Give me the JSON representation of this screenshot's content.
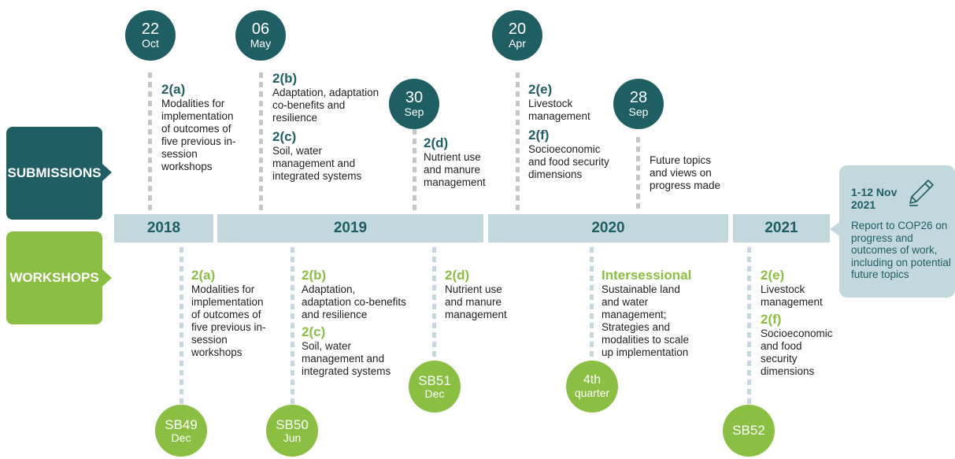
{
  "labels": {
    "submissions": "SUBMISSIONS",
    "workshops": "WORKSHOPS"
  },
  "years": [
    "2018",
    "2019",
    "2020",
    "2021"
  ],
  "submissions": [
    {
      "day": "22",
      "month": "Oct",
      "items": [
        {
          "code": "2(a)",
          "text": "Modalities for implementation of outcomes of five previous in-session workshops"
        }
      ]
    },
    {
      "day": "06",
      "month": "May",
      "items": [
        {
          "code": "2(b)",
          "text": "Adaptation, adaptation co-benefits and resilience"
        },
        {
          "code": "2(c)",
          "text": "Soil, water management and integrated systems"
        }
      ]
    },
    {
      "day": "30",
      "month": "Sep",
      "items": [
        {
          "code": "2(d)",
          "text": "Nutrient use and manure management"
        }
      ]
    },
    {
      "day": "20",
      "month": "Apr",
      "items": [
        {
          "code": "2(e)",
          "text": "Livestock management"
        },
        {
          "code": "2(f)",
          "text": "Socioeconomic and food security dimensions"
        }
      ]
    },
    {
      "day": "28",
      "month": "Sep",
      "items": [
        {
          "code": "",
          "text": "Future topics and views on progress made"
        }
      ]
    }
  ],
  "workshops": [
    {
      "session": "SB49",
      "when": "Dec",
      "items": [
        {
          "code": "2(a)",
          "text": "Modalities for implementation of outcomes of five previous in-session workshops"
        }
      ]
    },
    {
      "session": "SB50",
      "when": "Jun",
      "items": [
        {
          "code": "2(b)",
          "text": "Adaptation, adaptation co-benefits and resilience"
        },
        {
          "code": "2(c)",
          "text": "Soil, water management and integrated systems"
        }
      ]
    },
    {
      "session": "SB51",
      "when": "Dec",
      "items": [
        {
          "code": "2(d)",
          "text": "Nutrient use and manure management"
        }
      ]
    },
    {
      "session": "4th",
      "when": "quarter",
      "items": [
        {
          "code": "Intersessional",
          "text": "Sustainable land and water management; Strategies and modalities to scale up implementation"
        }
      ]
    },
    {
      "session": "SB52",
      "when": "",
      "items": [
        {
          "code": "2(e)",
          "text": "Livestock management"
        },
        {
          "code": "2(f)",
          "text": "Socioeconomic and food security dimensions"
        }
      ]
    }
  ],
  "final": {
    "date": "1-12 Nov 2021",
    "text": "Report to COP26 on progress and outcomes of work, including on potential future topics",
    "icon": "pencil-icon"
  },
  "colors": {
    "dark_teal": "#1f5f63",
    "green": "#8abf43",
    "light_blue": "#c2d8dd"
  }
}
